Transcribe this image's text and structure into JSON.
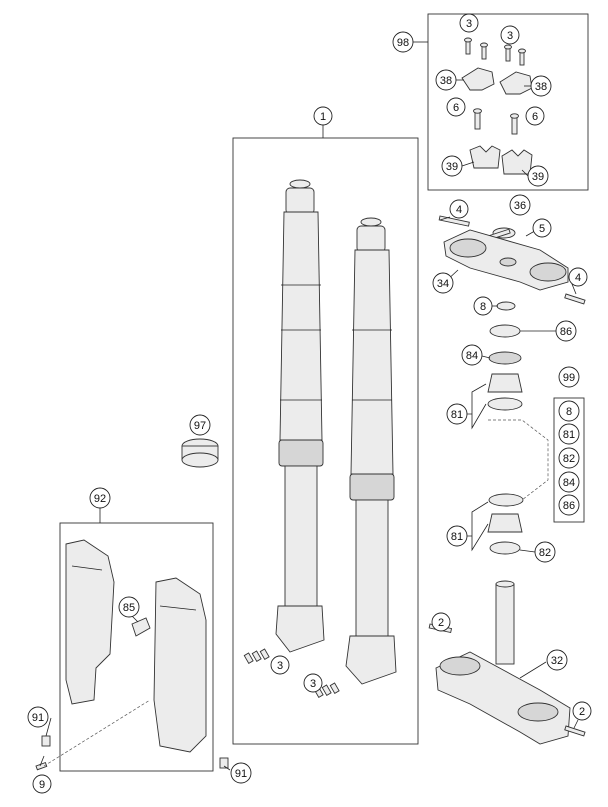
{
  "callouts": [
    {
      "id": "98",
      "label": "98"
    },
    {
      "id": "3a",
      "label": "3"
    },
    {
      "id": "3b",
      "label": "3"
    },
    {
      "id": "38a",
      "label": "38"
    },
    {
      "id": "38b",
      "label": "38"
    },
    {
      "id": "6a",
      "label": "6"
    },
    {
      "id": "6b",
      "label": "6"
    },
    {
      "id": "39a",
      "label": "39"
    },
    {
      "id": "39b",
      "label": "39"
    },
    {
      "id": "1",
      "label": "1"
    },
    {
      "id": "4a",
      "label": "4"
    },
    {
      "id": "36",
      "label": "36"
    },
    {
      "id": "5",
      "label": "5"
    },
    {
      "id": "34",
      "label": "34"
    },
    {
      "id": "4b",
      "label": "4"
    },
    {
      "id": "8a",
      "label": "8"
    },
    {
      "id": "86a",
      "label": "86"
    },
    {
      "id": "84a",
      "label": "84"
    },
    {
      "id": "99",
      "label": "99"
    },
    {
      "id": "81a",
      "label": "81"
    },
    {
      "id": "97",
      "label": "97"
    },
    {
      "id": "92",
      "label": "92"
    },
    {
      "id": "81b",
      "label": "81"
    },
    {
      "id": "82a",
      "label": "82"
    },
    {
      "id": "85",
      "label": "85"
    },
    {
      "id": "2a",
      "label": "2"
    },
    {
      "id": "3c",
      "label": "3"
    },
    {
      "id": "3d",
      "label": "3"
    },
    {
      "id": "32",
      "label": "32"
    },
    {
      "id": "2b",
      "label": "2"
    },
    {
      "id": "91a",
      "label": "91"
    },
    {
      "id": "9",
      "label": "9"
    },
    {
      "id": "91b",
      "label": "91"
    }
  ],
  "kit_list": [
    "8",
    "81",
    "82",
    "84",
    "86"
  ]
}
